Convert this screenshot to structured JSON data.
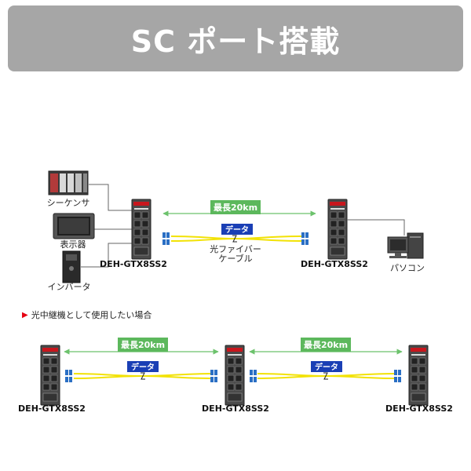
{
  "header": {
    "title": "SC ポート搭載"
  },
  "note": {
    "text": "光中継機として使用したい場合"
  },
  "colors": {
    "header_bg": "#a6a6a6",
    "distance_green": "#5cb85c",
    "distance_line": "#6cc26c",
    "fiber_yellow": "#f2e205",
    "data_badge": "#1a3fb5",
    "connector_blue": "#2a6fc4",
    "marker_red": "#e60012"
  },
  "diagram1": {
    "devices": [
      "シーケンサ",
      "表示器",
      "インバータ"
    ],
    "switch_left": "DEH-GTX8SS2",
    "switch_right": "DEH-GTX8SS2",
    "distance": "最長20km",
    "data_label": "データ",
    "cable_label_line1": "光ファイバー",
    "cable_label_line2": "ケーブル",
    "pc_label": "パソコン"
  },
  "diagram2": {
    "switches": [
      "DEH-GTX8SS2",
      "DEH-GTX8SS2",
      "DEH-GTX8SS2"
    ],
    "distances": [
      "最長20km",
      "最長20km"
    ],
    "data_labels": [
      "データ",
      "データ"
    ]
  }
}
